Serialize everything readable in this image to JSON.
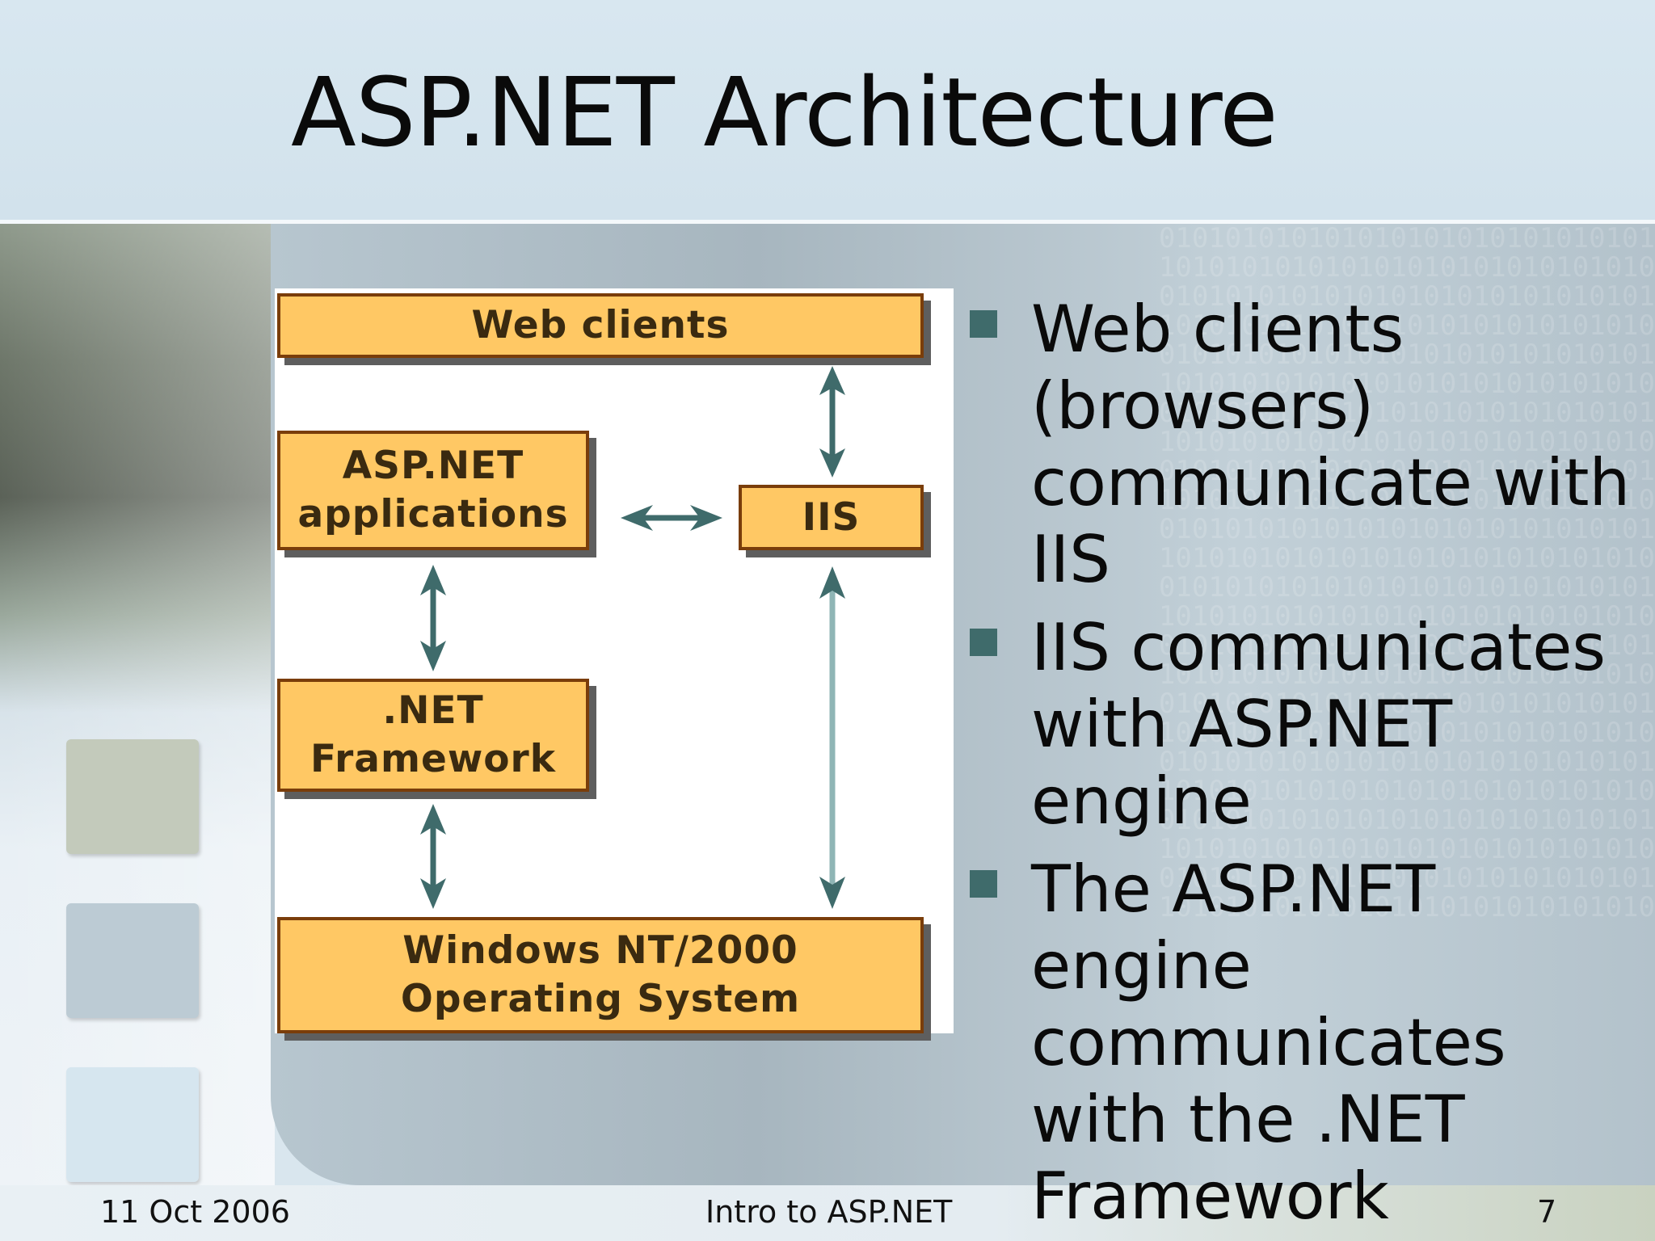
{
  "slide": {
    "title": "ASP.NET Architecture",
    "footer": {
      "date": "11 Oct 2006",
      "title": "Intro to ASP.NET",
      "page": "7"
    }
  },
  "diagram": {
    "boxes": {
      "web_clients": [
        "Web clients"
      ],
      "asp_net_applications": [
        "ASP.NET",
        "applications"
      ],
      "iis": [
        "IIS"
      ],
      "net_framework": [
        ".NET",
        "Framework"
      ],
      "operating_system": [
        "Windows NT/2000",
        "Operating System"
      ]
    },
    "colors": {
      "box_fill": "#ffc864",
      "box_border": "#7a3d0a",
      "arrow": "#3f6b6b",
      "shadow": "#5e5e5e"
    }
  },
  "bullets": [
    "Web clients (browsers) communicate with IIS",
    "IIS communicates with ASP.NET engine",
    "The ASP.NET engine communicates with the .NET Framework"
  ],
  "colors": {
    "bullet_marker": "#3f6b6b",
    "title_band": "#d8e7f0"
  }
}
